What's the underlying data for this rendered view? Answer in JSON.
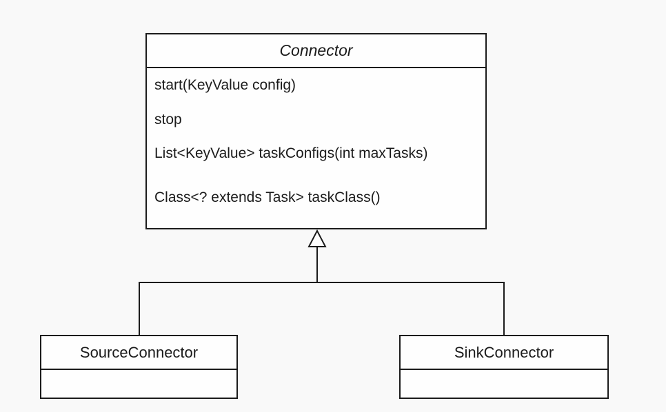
{
  "diagram": {
    "kind": "uml-class-diagram",
    "classes": {
      "connector": {
        "name": "Connector",
        "abstract": true,
        "methods": [
          "start(KeyValue config)",
          "stop",
          "List<KeyValue> taskConfigs(int maxTasks)",
          "Class<? extends Task> taskClass()"
        ]
      },
      "source_connector": {
        "name": "SourceConnector",
        "methods": []
      },
      "sink_connector": {
        "name": "SinkConnector",
        "methods": []
      }
    },
    "relationships": [
      {
        "type": "inheritance",
        "from": "SourceConnector",
        "to": "Connector"
      },
      {
        "type": "inheritance",
        "from": "SinkConnector",
        "to": "Connector"
      }
    ],
    "colors": {
      "background": "#f9f9f9",
      "box_fill": "#fefefe",
      "line": "#1b1b1b"
    }
  }
}
